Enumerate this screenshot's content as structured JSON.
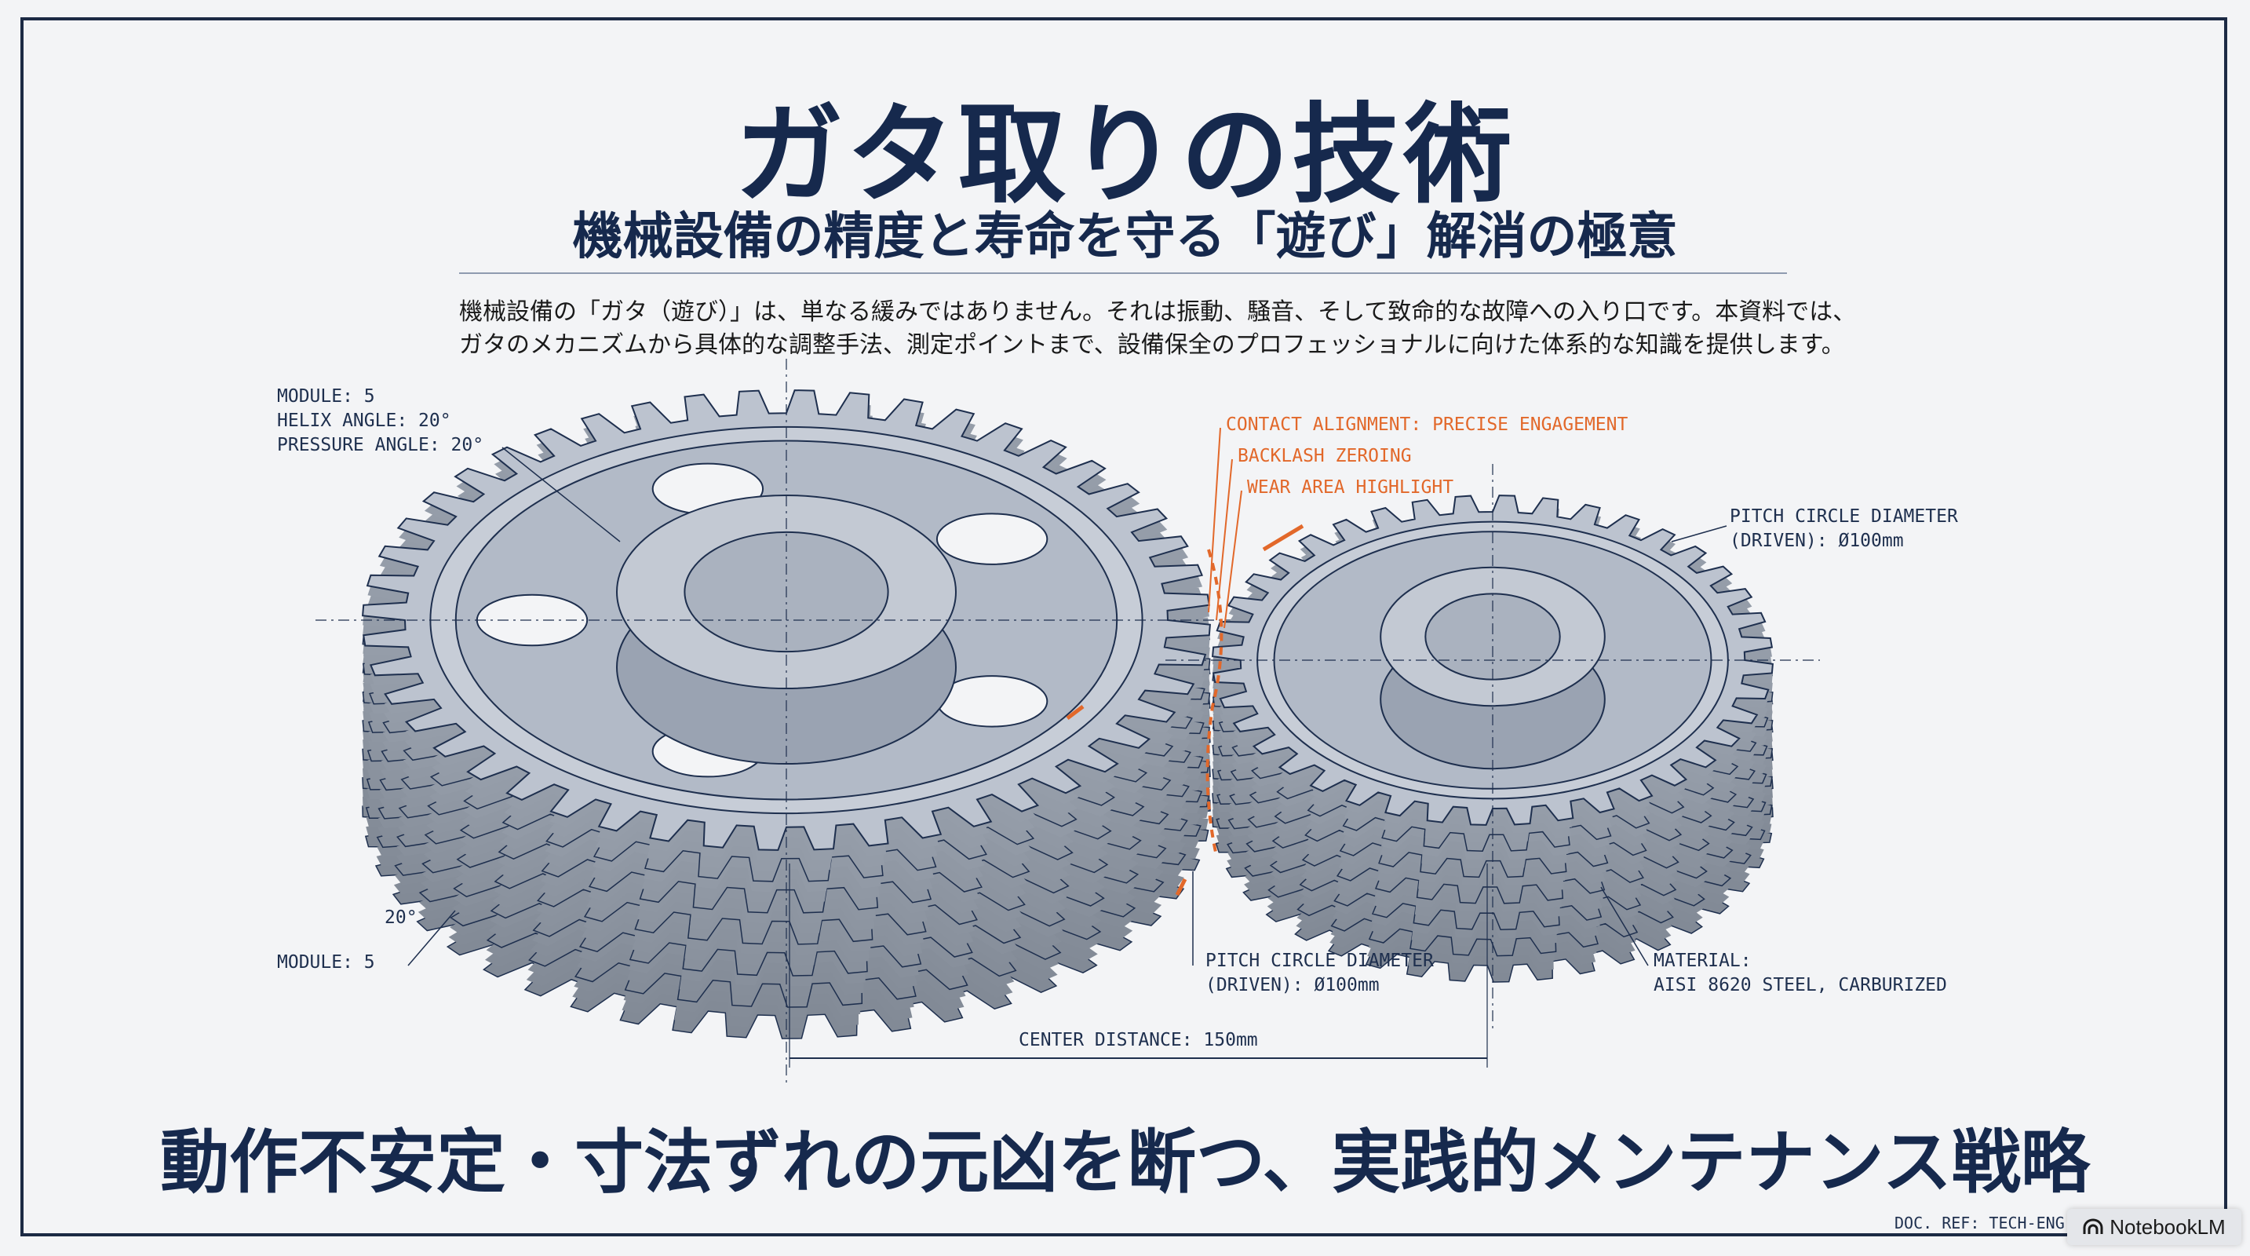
{
  "title": "ガタ取りの技術",
  "subtitle": "機械設備の精度と寿命を守る「遊び」解消の極意",
  "intro": [
    "機械設備の「ガタ（遊び）」は、単なる緩みではありません。それは振動、騒音、そして致命的な故障への入り口です。本資料では、",
    "ガタのメカニズムから具体的な調整手法、測定ポイントまで、設備保全のプロフェッショナルに向けた体系的な知識を提供します。"
  ],
  "annotations": {
    "spec": "MODULE: 5\nHELIX ANGLE: 20°\nPRESSURE ANGLE: 20°",
    "contact": "CONTACT ALIGNMENT: PRECISE ENGAGEMENT",
    "backlash": "BACKLASH ZEROING",
    "wear": "WEAR AREA HIGHLIGHT",
    "pitch_right": "PITCH CIRCLE DIAMETER\n(DRIVEN): Ø100mm",
    "angle": "20°",
    "module_bottom": "MODULE: 5",
    "pitch_bottom": "PITCH CIRCLE DIAMETER\n(DRIVEN): Ø100mm",
    "material": "MATERIAL:\nAISI 8620 STEEL, CARBURIZED",
    "center_distance": "CENTER DISTANCE: 150mm"
  },
  "headline": "動作不安定・寸法ずれの元凶を断つ、実践的メンテナンス戦略",
  "doc_ref": "DOC. REF: TECH-ENG-",
  "badge": {
    "label": "NotebookLM",
    "icon": "notebooklm-logo-icon"
  },
  "colors": {
    "navy": "#16294d",
    "accent": "#e2682a",
    "gear_face": "#b9c0cc",
    "gear_side": "#8d96a6"
  }
}
